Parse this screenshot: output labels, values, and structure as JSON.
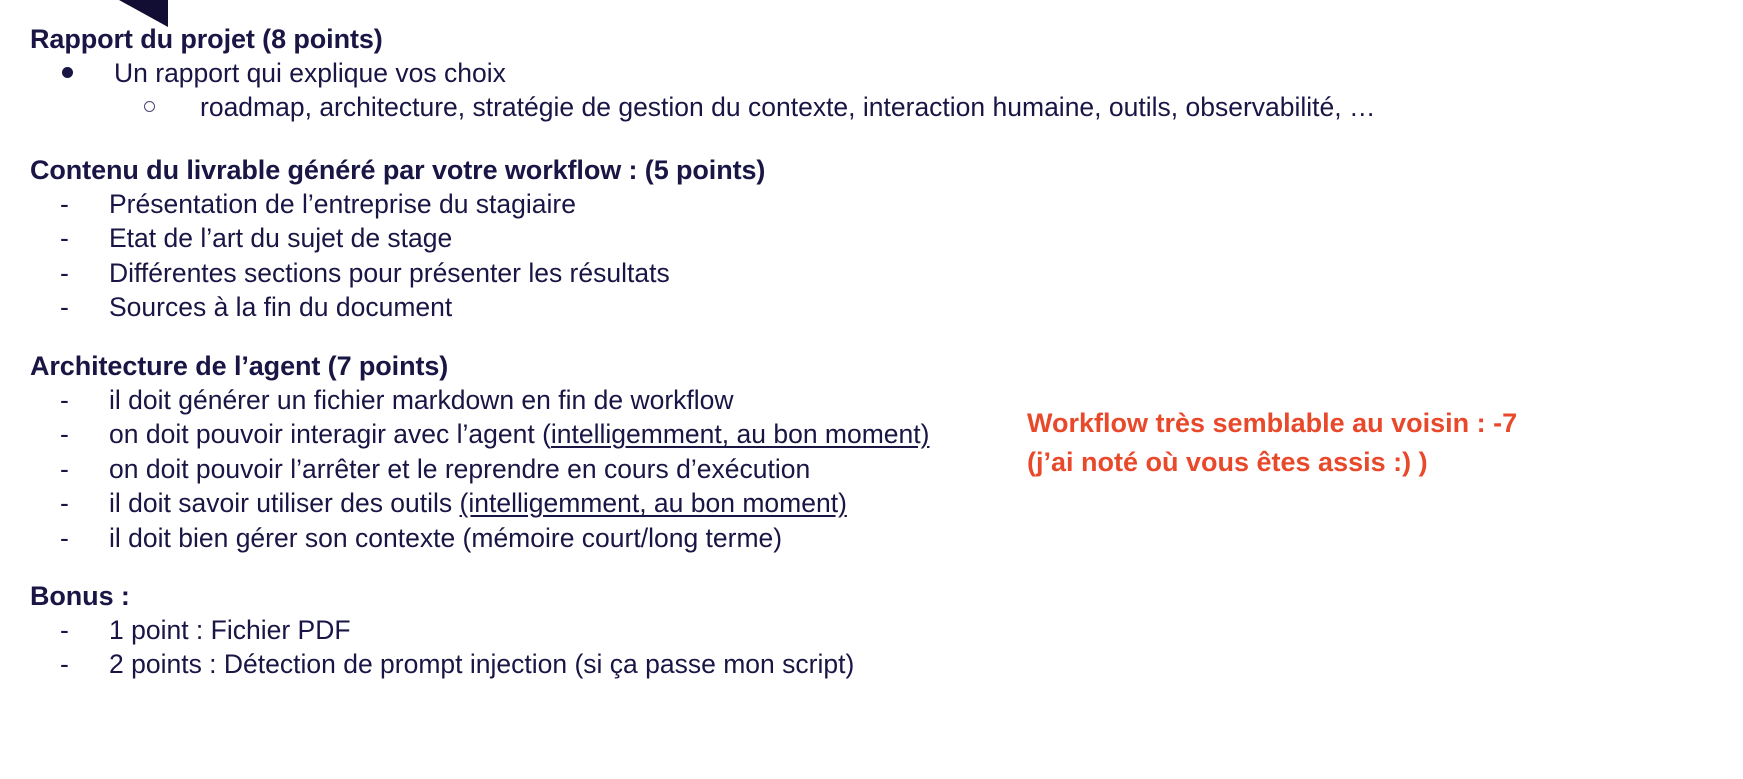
{
  "slide": {
    "background_color": "#ffffff",
    "text_color": "#191544",
    "accent_color": "#E8492B",
    "decoration_color": "#120d33"
  },
  "sections": [
    {
      "id": "rapport",
      "heading": "Rapport du projet  (8 points)",
      "items": [
        {
          "marker": "dot",
          "text": "Un rapport qui explique vos choix"
        },
        {
          "marker": "circle",
          "text": "roadmap, architecture, stratégie de gestion du contexte, interaction humaine, outils, observabilité, …"
        }
      ]
    },
    {
      "id": "contenu",
      "heading": "Contenu du livrable généré par votre workflow : (5 points)",
      "items": [
        {
          "marker": "dash",
          "text": "Présentation de l’entreprise du stagiaire"
        },
        {
          "marker": "dash",
          "text": "Etat de l’art du sujet de stage"
        },
        {
          "marker": "dash",
          "text": "Différentes sections pour présenter les résultats"
        },
        {
          "marker": "dash",
          "text": "Sources à la fin du document"
        }
      ]
    },
    {
      "id": "architecture",
      "heading": "Architecture de l’agent (7 points)",
      "items": [
        {
          "marker": "dash",
          "text": "il doit générer un fichier markdown en fin de workflow"
        },
        {
          "marker": "dash",
          "prefix": "on doit pouvoir interagir avec l’agent (",
          "underlined": "intelligemment, au bon moment)",
          "suffix": ""
        },
        {
          "marker": "dash",
          "text": "on doit pouvoir l’arrêter et le reprendre en cours d’exécution"
        },
        {
          "marker": "dash",
          "prefix": "il doit savoir utiliser des outils ",
          "underlined": "(intelligemment, au bon moment)",
          "suffix": ""
        },
        {
          "marker": "dash",
          "text": "il doit bien gérer son contexte (mémoire court/long terme)"
        }
      ]
    },
    {
      "id": "bonus",
      "heading": "Bonus :",
      "items": [
        {
          "marker": "dash",
          "text": "1 point : Fichier PDF"
        },
        {
          "marker": "dash",
          "text": "2 points : Détection de prompt injection (si ça passe mon script)"
        }
      ]
    }
  ],
  "annotation": {
    "line1": "Workflow très semblable au voisin : -7",
    "line2": "(j’ai noté où vous êtes assis :) )"
  }
}
